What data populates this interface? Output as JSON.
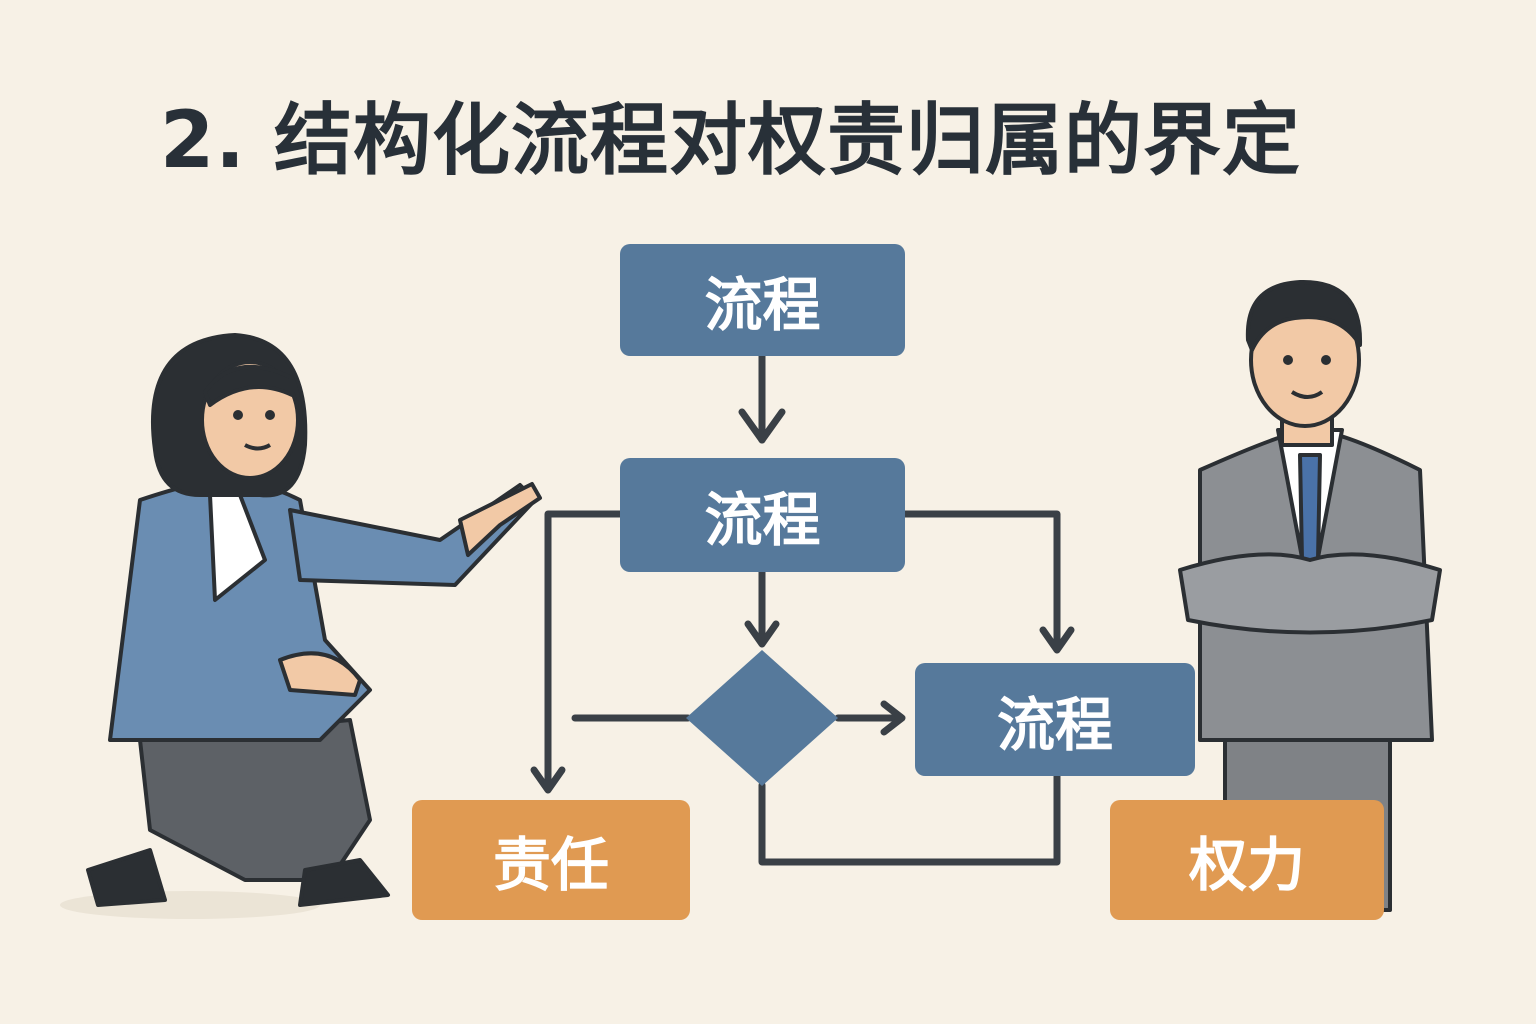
{
  "title": "2. 结构化流程对权责归属的界定",
  "nodes": {
    "process_top": "流程",
    "process_middle": "流程",
    "process_right": "流程",
    "responsibility": "责任",
    "power": "权力"
  },
  "colors": {
    "background": "#f7f1e6",
    "process_box": "#56799b",
    "outcome_box": "#e09a52",
    "line": "#3a4046",
    "title_text": "#283038"
  },
  "illustration": {
    "left_figure": "woman-kneeling-pointing",
    "right_figure": "man-arms-crossed"
  }
}
